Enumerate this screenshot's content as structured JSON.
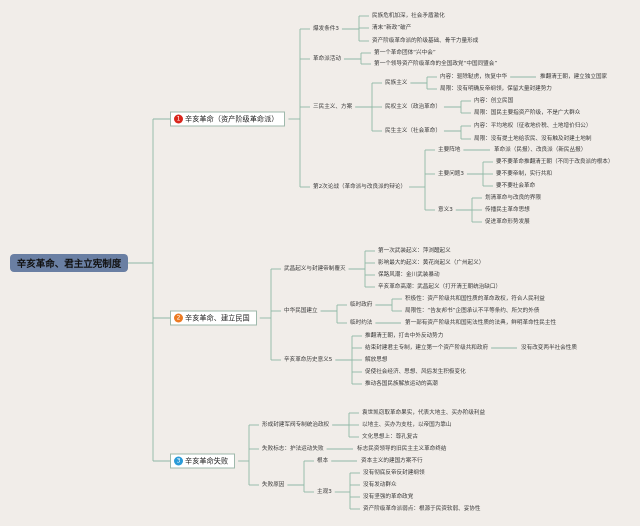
{
  "root": {
    "label": "辛亥革命、君主立宪制度"
  },
  "line_color": "#8fb8a6",
  "branches": [
    {
      "num": "1",
      "color": "#d9261c",
      "label": "辛亥革命（资产阶级革命派）",
      "children": [
        {
          "label": "爆发条件3",
          "children": [
            {
              "label": "民族危机加深，社会矛盾激化"
            },
            {
              "label": "清末“新政”破产"
            },
            {
              "label": "资产阶级革命派的阶级基础、骨干力量形成"
            }
          ]
        },
        {
          "label": "革命派活动",
          "children": [
            {
              "label": "第一个革命团体“兴中会”"
            },
            {
              "label": "第一个领导资产阶级革命的全国政党“中国同盟会”"
            }
          ]
        },
        {
          "label": "三民主义、方案",
          "children": [
            {
              "label": "民族主义",
              "children": [
                {
                  "label": "内容：驱除鞑虏，恢复中华",
                  "children": [
                    {
                      "label": "推翻清王朝，建立独立国家"
                    }
                  ]
                },
                {
                  "label": "局限：没有明确反帝纲领，保留大量封建势力"
                }
              ]
            },
            {
              "label": "民权主义（政治革命）",
              "children": [
                {
                  "label": "内容：创立民国"
                },
                {
                  "label": "局限：国民主要指资产阶级，不是广大群众"
                }
              ]
            },
            {
              "label": "民生主义（社会革命）",
              "children": [
                {
                  "label": "内容：平均地权（征收地价税、土地增价归公）"
                },
                {
                  "label": "局限：没有提土地给农民、没有触及封建土地制"
                }
              ]
            }
          ]
        },
        {
          "label": "第2次论战（革命派与改良派的辩论）",
          "children": [
            {
              "label": "主要阵地",
              "children": [
                {
                  "label": "革命派（民报）、改良派（新民丛报）"
                }
              ]
            },
            {
              "label": "主要问题3",
              "children": [
                {
                  "label": "要不要革命推翻清王朝（不同于改良派的根本）"
                },
                {
                  "label": "要不要帝制，实行共和"
                },
                {
                  "label": "要不要社会革命"
                }
              ]
            },
            {
              "label": "意义3",
              "children": [
                {
                  "label": "划清革命与改良的界限"
                },
                {
                  "label": "传播民主革命思想"
                },
                {
                  "label": "促进革命形势发展"
                }
              ]
            }
          ]
        }
      ]
    },
    {
      "num": "2",
      "color": "#ec7a22",
      "label": "辛亥革命、建立民国",
      "children": [
        {
          "label": "武昌起义与封建帝制覆灭",
          "children": [
            {
              "label": "第一次武装起义：萍浏醴起义"
            },
            {
              "label": "影响最大的起义：黄花岗起义（广州起义）"
            },
            {
              "label": "保路风潮：金川武装暴动"
            },
            {
              "label": "辛亥革命高潮：武昌起义（打开清王朝统治缺口）"
            }
          ]
        },
        {
          "label": "中华民国建立",
          "children": [
            {
              "label": "临时政府",
              "children": [
                {
                  "label": "积极性：资产阶级共和国性质的革命政权，符合人民利益"
                },
                {
                  "label": "局限性：“告友邦书”企图承认不平等条约、所欠的外债"
                }
              ]
            },
            {
              "label": "临时约法",
              "children": [
                {
                  "label": "第一部有资产阶级共和国宪法性质的法典，鲜明革命性民主性"
                }
              ]
            }
          ]
        },
        {
          "label": "辛亥革命历史意义5",
          "children": [
            {
              "label": "推翻清王朝，打击中外反动势力"
            },
            {
              "label": "结束封建君主专制，建立第一个资产阶级共和政府",
              "children": [
                {
                  "label": "没有改变两半社会性质"
                }
              ]
            },
            {
              "label": "解放思想"
            },
            {
              "label": "促使社会经济、思想、风俗发生积极变化"
            },
            {
              "label": "推动各国民族解放运动的高潮"
            }
          ]
        }
      ]
    },
    {
      "num": "3",
      "color": "#2a9bd8",
      "label": "辛亥革命失败",
      "children": [
        {
          "label": "形成封建军阀专制统治政权",
          "children": [
            {
              "label": "袁世凯窃取革命果实，代表大地主、买办阶级利益"
            },
            {
              "label": "以地主、买办为支柱，以帝国为靠山"
            },
            {
              "label": "文化思想上：尊孔复古"
            }
          ]
        },
        {
          "label": "失败标志：护法运动失败",
          "children": [
            {
              "label": "标志民资领导的旧民主主义革命终结"
            }
          ]
        },
        {
          "label": "失败原因",
          "children": [
            {
              "label": "根本",
              "children": [
                {
                  "label": "资本主义的建国方案不行"
                }
              ]
            },
            {
              "label": "主观3",
              "children": [
                {
                  "label": "没有彻底反帝反封建纲领"
                },
                {
                  "label": "没有发动群众"
                },
                {
                  "label": "没有坚强的革命政党"
                },
                {
                  "label": "资产阶级革命派弱点：根源于民资软弱、妥协性"
                }
              ]
            }
          ]
        }
      ]
    }
  ]
}
